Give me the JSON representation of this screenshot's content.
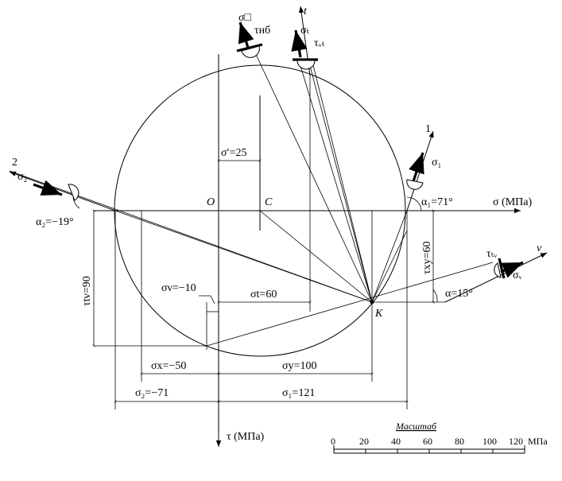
{
  "labels": {
    "axis_sigma": "σ (МПа)",
    "axis_tau": "τ (МПа)",
    "origin": "O",
    "center": "C",
    "point_k": "K",
    "axis_1": "1",
    "axis_2": "2",
    "axis_t": "t",
    "axis_nu": "ν",
    "sigma1": "σ₁",
    "sigma2": "σ₂",
    "sigma_t": "σₜ",
    "tau_nut": "τᵥₜ",
    "sigma_nb": "σ□",
    "tau_nb": "τнб",
    "sigma_nu": "σᵥ",
    "tau_tnu": "τₜᵥ",
    "alpha1": "α₁=71°",
    "alpha2": "α₂=−19°",
    "alpha": "α=15°",
    "tau_xy": "τxy=60",
    "tau_tnu_90": "τtν=90",
    "sigma_prime": "σ′=25",
    "sigma_nu_val": "σν=−10",
    "sigma_t_val": "σt=60",
    "sigma_x_val": "σx=−50",
    "sigma_y_val": "σy=100",
    "sigma2_val": "σ₂=−71",
    "sigma1_val": "σ₁=121"
  },
  "scale": {
    "title": "Масштаб",
    "ticks": [
      "0",
      "20",
      "40",
      "60",
      "80",
      "100",
      "120"
    ],
    "unit": "МПа"
  }
}
